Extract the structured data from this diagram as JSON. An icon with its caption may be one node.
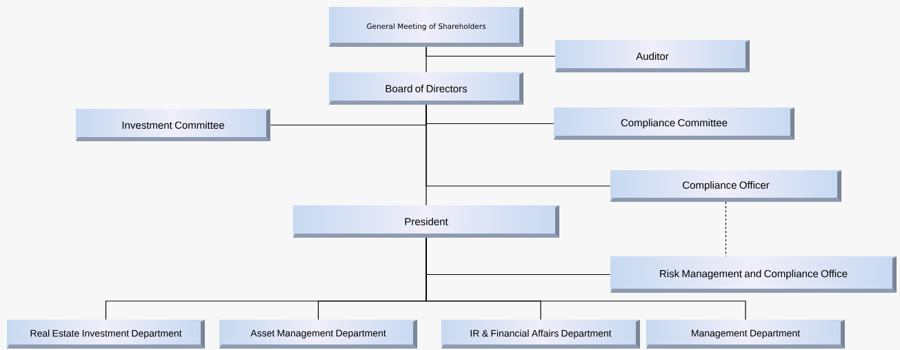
{
  "diagram": {
    "nodes": [
      {
        "text": [
          "General Meeting of Shareholders"
        ]
      },
      {
        "text": [
          "Auditor"
        ]
      },
      {
        "text": [
          "Board of Directors"
        ]
      },
      {
        "text": [
          "Investment Committee"
        ]
      },
      {
        "text": [
          "Compliance Committee"
        ]
      },
      {
        "text": [
          "Compliance Officer"
        ]
      },
      {
        "text": [
          "President"
        ]
      },
      {
        "text": [
          "Risk Management and Compliance Office"
        ]
      },
      {
        "text": [
          "Real Estate Investment Department"
        ]
      },
      {
        "text": [
          "Asset Management Department"
        ]
      },
      {
        "text": [
          "IR & Financial Affairs Department"
        ]
      },
      {
        "text": [
          "Management Department"
        ]
      }
    ],
    "edges": [
      {
        "from": 0,
        "to": 2,
        "arrow": "none"
      },
      {
        "from": 0,
        "to": 1,
        "arrow": "none"
      },
      {
        "from": 2,
        "to": 3,
        "arrow": "none"
      },
      {
        "from": 2,
        "to": 4,
        "arrow": "none"
      },
      {
        "from": 2,
        "to": 5,
        "arrow": "none"
      },
      {
        "from": 2,
        "to": 6,
        "arrow": "none"
      },
      {
        "from": 6,
        "to": 7,
        "arrow": "none"
      },
      {
        "from": 5,
        "to": 7,
        "arrow": "none",
        "style": "dashed"
      },
      {
        "from": 6,
        "to": 8,
        "arrow": "none"
      },
      {
        "from": 6,
        "to": 9,
        "arrow": "none"
      },
      {
        "from": 6,
        "to": 10,
        "arrow": "none"
      },
      {
        "from": 6,
        "to": 11,
        "arrow": "none"
      }
    ]
  }
}
